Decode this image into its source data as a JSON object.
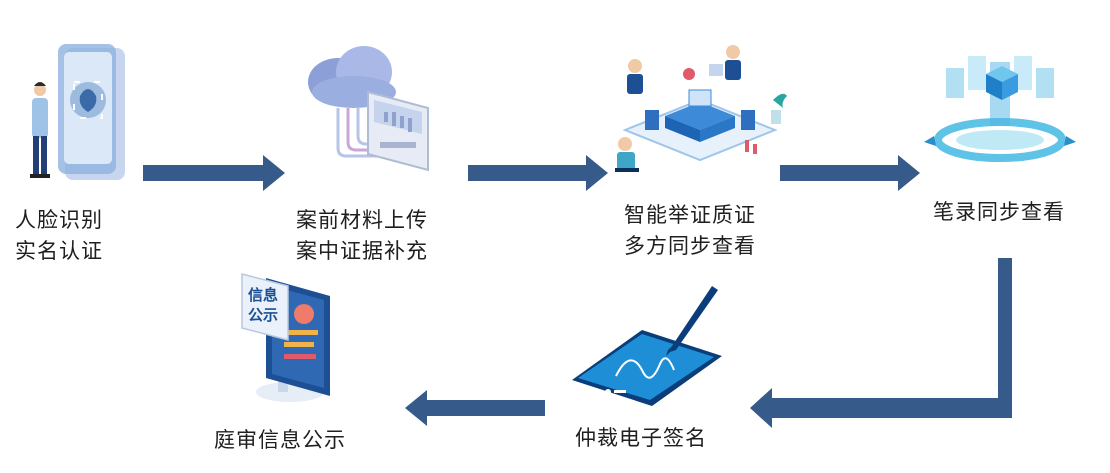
{
  "flow": {
    "steps": [
      {
        "lines": [
          "人脸识别",
          "实名认证"
        ],
        "icon": "face-recognition-icon"
      },
      {
        "lines": [
          "案前材料上传",
          "案中证据补充"
        ],
        "icon": "cloud-upload-icon"
      },
      {
        "lines": [
          "智能举证质证",
          "多方同步查看"
        ],
        "icon": "smart-evidence-icon"
      },
      {
        "lines": [
          "笔录同步查看"
        ],
        "icon": "sync-record-icon"
      },
      {
        "lines": [
          "仲裁电子签名"
        ],
        "icon": "e-signature-icon"
      },
      {
        "lines": [
          "庭审信息公示"
        ],
        "icon": "info-board-icon"
      }
    ],
    "board_sign": {
      "line1": "信息",
      "line2": "公示"
    },
    "colors": {
      "arrow": "#365b8a",
      "accent_blue": "#1e8fd6",
      "dark_blue": "#0a3d7a"
    }
  }
}
